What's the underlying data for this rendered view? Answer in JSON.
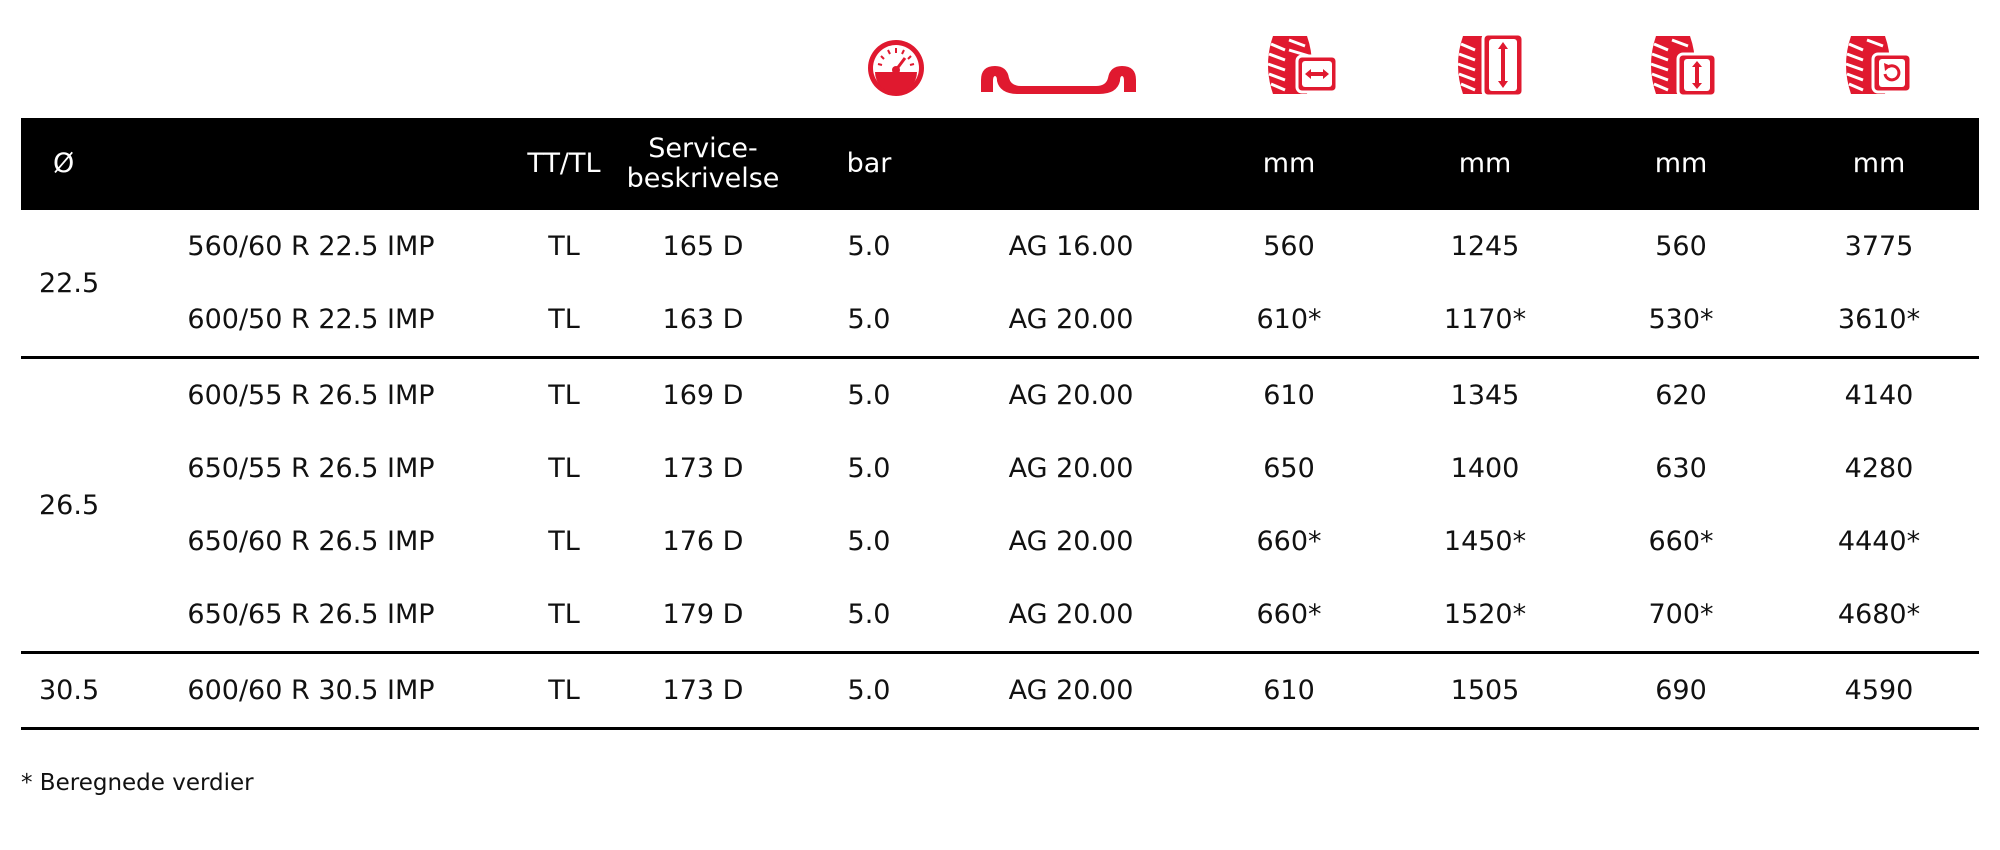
{
  "icons": {
    "pressure": "pressure-gauge-icon",
    "rim": "rim-profile-icon",
    "width": "tyre-width-icon",
    "diameter": "tyre-diameter-icon",
    "radius": "tyre-static-radius-icon",
    "circumference": "tyre-rolling-circumference-icon",
    "accent_color": "#e0192f"
  },
  "header": {
    "diameter": "Ø",
    "size": "",
    "tt_tl": "TT/TL",
    "service_line1": "Service-",
    "service_line2": "beskrivelse",
    "pressure": "bar",
    "rim": "",
    "width_unit": "mm",
    "diameter_unit": "mm",
    "radius_unit": "mm",
    "circ_unit": "mm"
  },
  "groups": [
    {
      "diameter": "22.5",
      "rows": [
        {
          "size": "560/60 R 22.5 IMP",
          "tt_tl": "TL",
          "service": "165 D",
          "bar": "5.0",
          "rim": "AG 16.00",
          "w": "560",
          "d": "1245",
          "r": "560",
          "c": "3775"
        },
        {
          "size": "600/50 R 22.5 IMP",
          "tt_tl": "TL",
          "service": "163 D",
          "bar": "5.0",
          "rim": "AG 20.00",
          "w": "610*",
          "d": "1170*",
          "r": "530*",
          "c": "3610*"
        }
      ]
    },
    {
      "diameter": "26.5",
      "rows": [
        {
          "size": "600/55 R 26.5 IMP",
          "tt_tl": "TL",
          "service": "169 D",
          "bar": "5.0",
          "rim": "AG 20.00",
          "w": "610",
          "d": "1345",
          "r": "620",
          "c": "4140"
        },
        {
          "size": "650/55 R 26.5 IMP",
          "tt_tl": "TL",
          "service": "173 D",
          "bar": "5.0",
          "rim": "AG 20.00",
          "w": "650",
          "d": "1400",
          "r": "630",
          "c": "4280"
        },
        {
          "size": "650/60 R 26.5 IMP",
          "tt_tl": "TL",
          "service": "176 D",
          "bar": "5.0",
          "rim": "AG 20.00",
          "w": "660*",
          "d": "1450*",
          "r": "660*",
          "c": "4440*"
        },
        {
          "size": "650/65 R 26.5 IMP",
          "tt_tl": "TL",
          "service": "179 D",
          "bar": "5.0",
          "rim": "AG 20.00",
          "w": "660*",
          "d": "1520*",
          "r": "700*",
          "c": "4680*"
        }
      ]
    },
    {
      "diameter": "30.5",
      "rows": [
        {
          "size": "600/60 R 30.5 IMP",
          "tt_tl": "TL",
          "service": "173 D",
          "bar": "5.0",
          "rim": "AG 20.00",
          "w": "610",
          "d": "1505",
          "r": "690",
          "c": "4590"
        }
      ]
    }
  ],
  "footnote": "* Beregnede verdier"
}
